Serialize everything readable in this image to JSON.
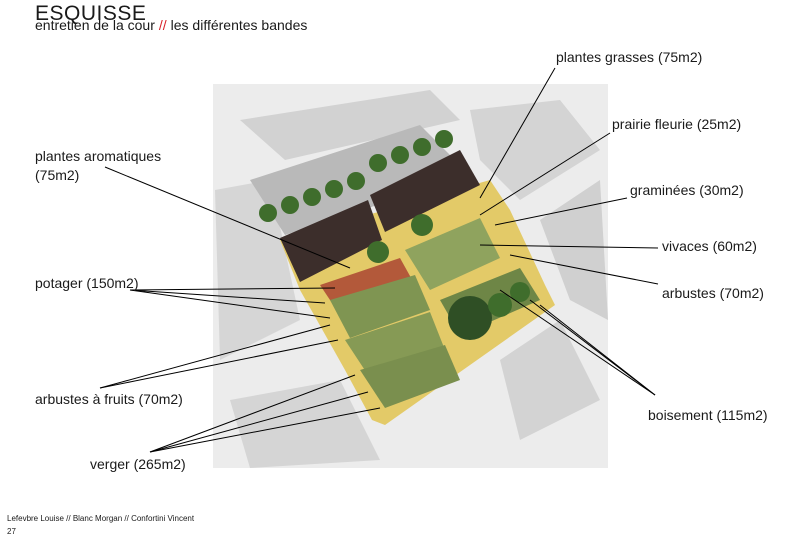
{
  "header": {
    "title": "ESQUISSE",
    "subtitle_left": "entretien de la cour",
    "subtitle_sep": "//",
    "subtitle_right": "les différentes bandes"
  },
  "labels": {
    "plantes_grasses": "plantes grasses (75m2)",
    "prairie_fleurie": "prairie fleurie (25m2)",
    "graminees": "graminées (30m2)",
    "vivaces": "vivaces (60m2)",
    "arbustes": "arbustes (70m2)",
    "boisement": "boisement (115m2)",
    "plantes_aromatiques_line1": "plantes aromatiques",
    "plantes_aromatiques_line2": "(75m2)",
    "potager": "potager (150m2)",
    "arbustes_fruits": "arbustes à fruits (70m2)",
    "verger": "verger (265m2)"
  },
  "footer": {
    "authors": "Lefevbre Louise // Blanc Morgan // Confortini Vincent",
    "page": "27"
  },
  "colors": {
    "sand": "#e2c96a",
    "roof_dark": "#3b2d2a",
    "building_grey": "#cfcfcf",
    "ground_grey": "#e6e6e6",
    "tree_green": "#3f6d2c",
    "garden_green": "#8fa35e",
    "potager_red": "#b3593a",
    "accent_red": "#d8232a"
  }
}
